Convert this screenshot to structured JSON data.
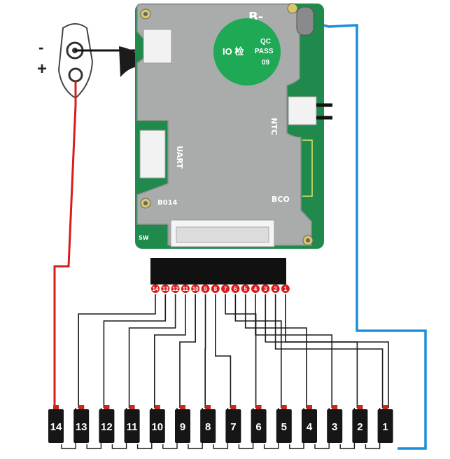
{
  "connector": {
    "minus_label": "-",
    "plus_label": "+"
  },
  "board": {
    "terminal_label": "B-",
    "qc_sticker": {
      "line1": "QC",
      "line2": "PASS",
      "line3": "09",
      "emblem": "IO 检"
    },
    "ntc_label": "NTC",
    "uart_label": "UART",
    "bco_label": "BCO",
    "model_label": "B014",
    "sw_label": "SW"
  },
  "cells": [
    "14",
    "13",
    "12",
    "11",
    "10",
    "9",
    "8",
    "7",
    "6",
    "5",
    "4",
    "3",
    "2",
    "1"
  ],
  "pins": [
    "14",
    "13",
    "12",
    "11",
    "10",
    "9",
    "8",
    "7",
    "6",
    "5",
    "4",
    "3",
    "2",
    "1"
  ],
  "colors": {
    "pcb_green": "#1f8a4c",
    "shield_gray": "#a9acaa",
    "red_wire": "#d81c1c",
    "blue_wire": "#1a8fdc",
    "cell_body": "#161616",
    "cell_cap": "#c8281e"
  }
}
